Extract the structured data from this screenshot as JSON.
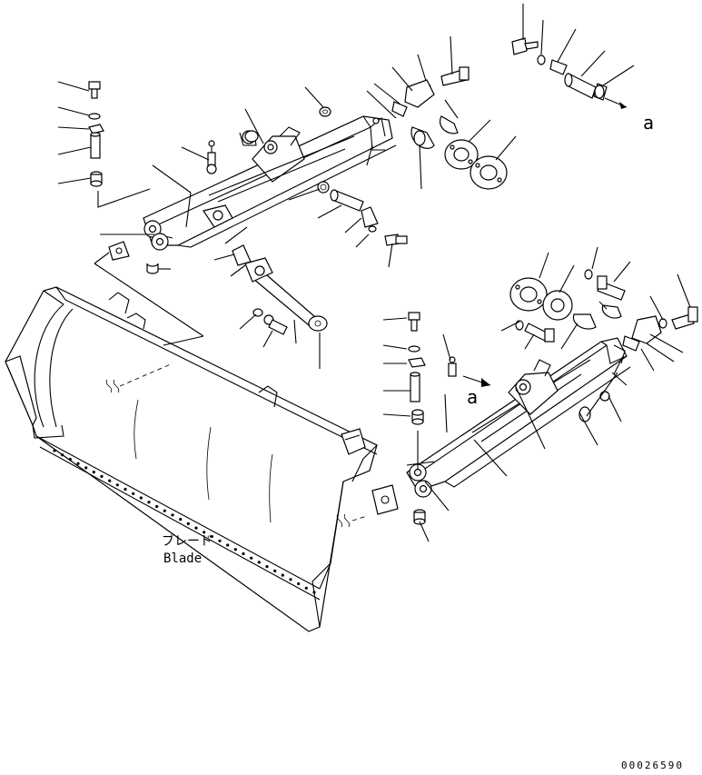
{
  "blade_label_jp": "ブレード",
  "blade_label_en": "Blade",
  "ref_mark": "a",
  "drawing_number": "00026590"
}
